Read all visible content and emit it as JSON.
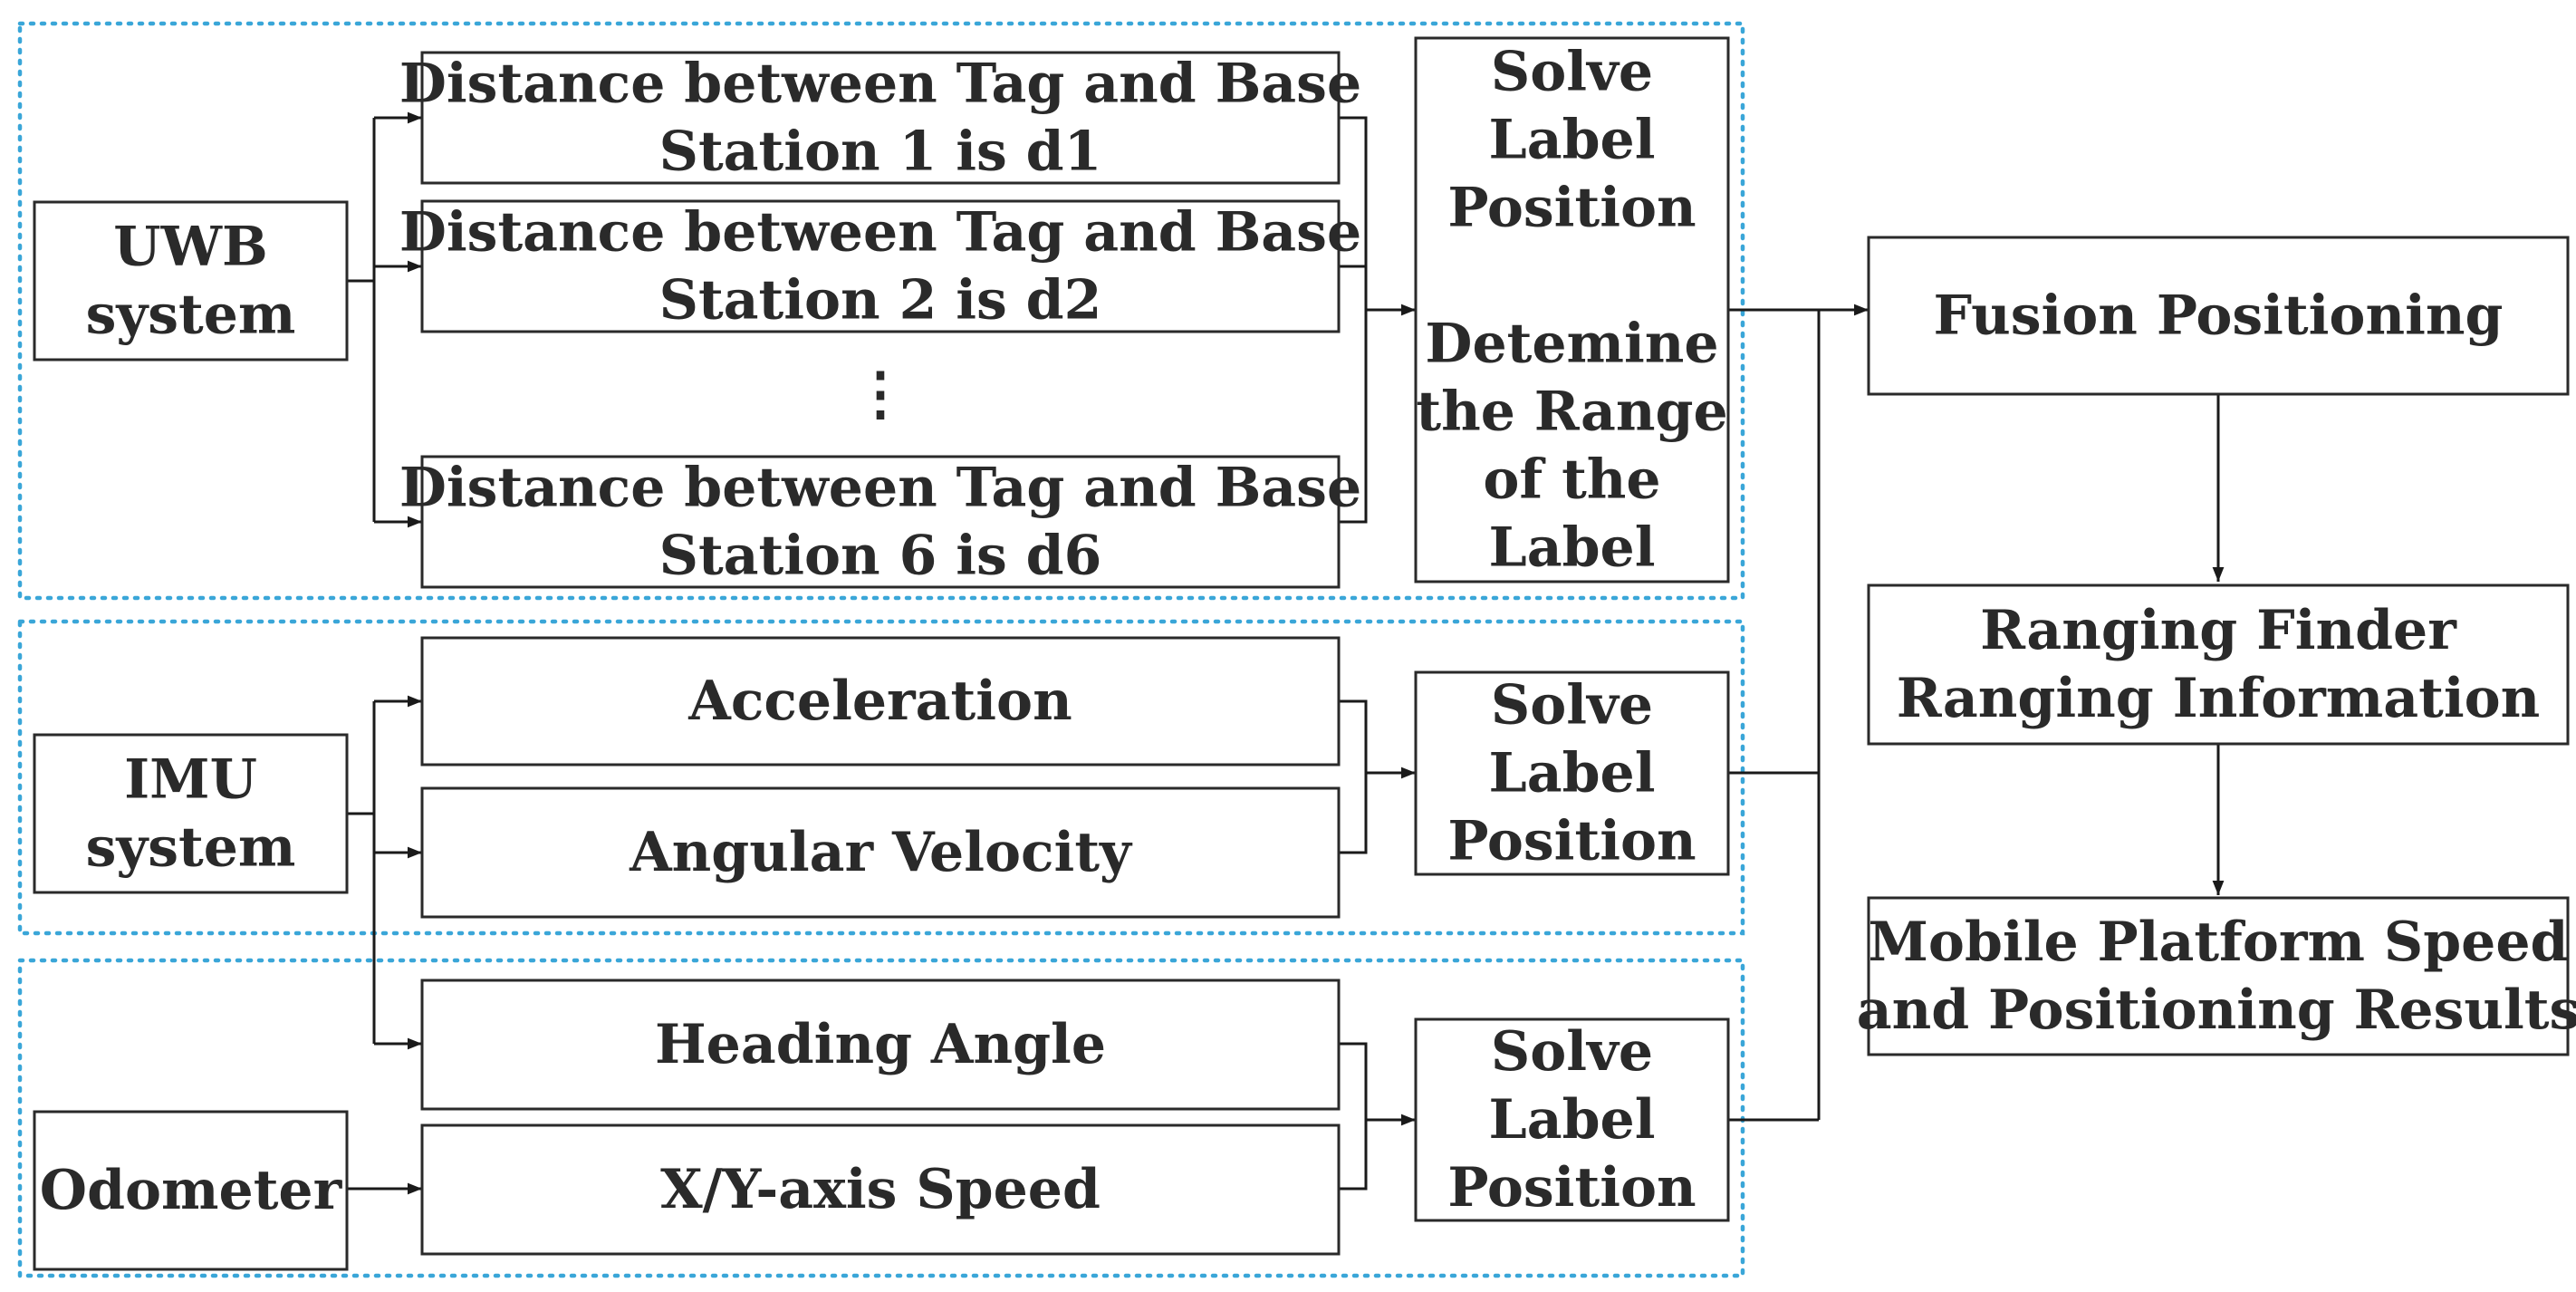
{
  "groups": {
    "uwb": "uwb",
    "imu": "imu",
    "odometer": "odometer"
  },
  "nodes": {
    "uwb_system": [
      "UWB",
      "system"
    ],
    "dist_1": [
      "Distance between Tag and Base",
      "Station 1 is d1"
    ],
    "dist_2": [
      "Distance between Tag and Base",
      "Station 2 is d2"
    ],
    "ellipsis": "⋮",
    "dist_6": [
      "Distance between Tag and Base",
      "Station 6 is d6"
    ],
    "uwb_solve": [
      "Solve",
      "Label",
      "Position",
      "",
      "Detemine",
      "the Range",
      "of the",
      "Label"
    ],
    "imu_system": [
      "IMU",
      "system"
    ],
    "acceleration": [
      "Acceleration"
    ],
    "angular_velocity": [
      "Angular Velocity"
    ],
    "imu_solve": [
      "Solve",
      "Label",
      "Position"
    ],
    "odometer": [
      "Odometer"
    ],
    "heading_angle": [
      "Heading Angle"
    ],
    "xy_speed": [
      "X/Y-axis Speed"
    ],
    "odo_solve": [
      "Solve",
      "Label",
      "Position"
    ],
    "fusion": [
      "Fusion Positioning"
    ],
    "ranging": [
      "Ranging Finder",
      "Ranging Information"
    ],
    "results": [
      "Mobile Platform Speed",
      "and Positioning Results"
    ]
  },
  "colors": {
    "group_border": "#3aa6d8",
    "box_border": "#2a2a2a",
    "text": "#2a2a2a",
    "line": "#1a1a1a"
  }
}
